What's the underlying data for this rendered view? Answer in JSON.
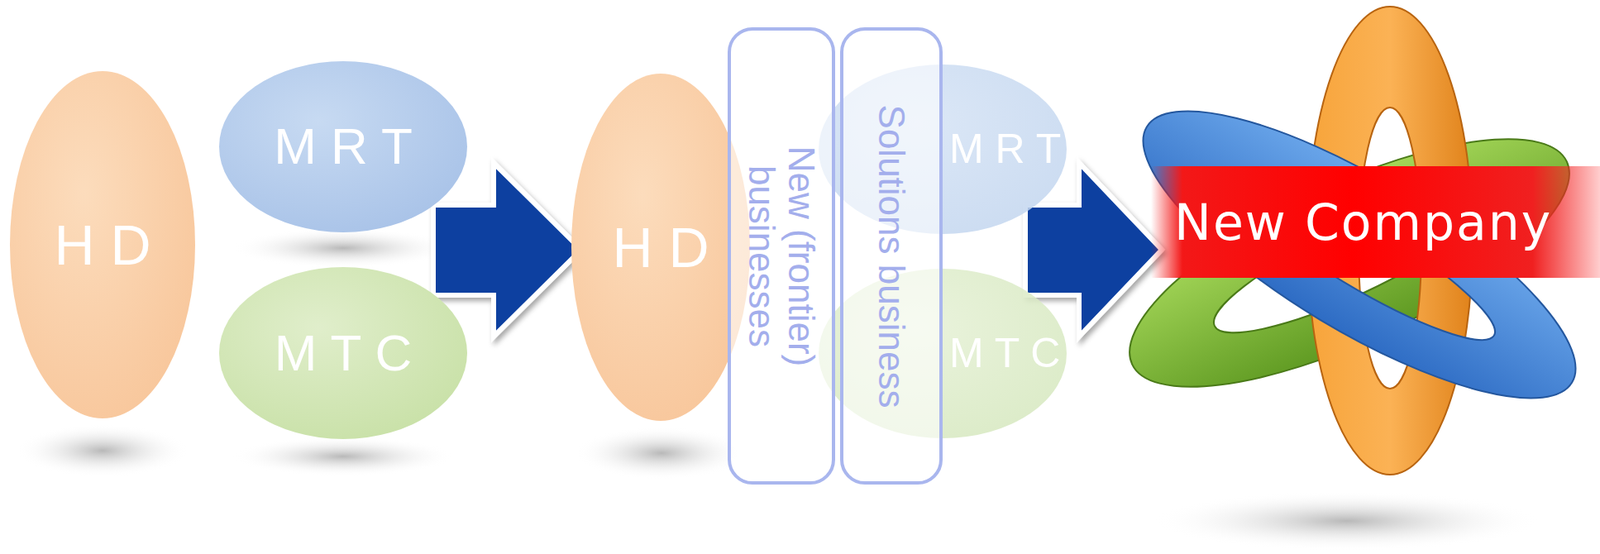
{
  "diagram": {
    "nodes": [
      {
        "text": [
          "H D"
        ]
      },
      {
        "text": [
          "M R T"
        ]
      },
      {
        "text": [
          "M T C"
        ]
      },
      {
        "text": [
          "H D"
        ]
      },
      {
        "text": [
          "M R T"
        ]
      },
      {
        "text": [
          "M T C"
        ]
      },
      {
        "text": [
          "New (frontier) businesses"
        ]
      },
      {
        "text": [
          "Solutions business"
        ]
      },
      {
        "text": [
          "New Company"
        ]
      }
    ]
  }
}
